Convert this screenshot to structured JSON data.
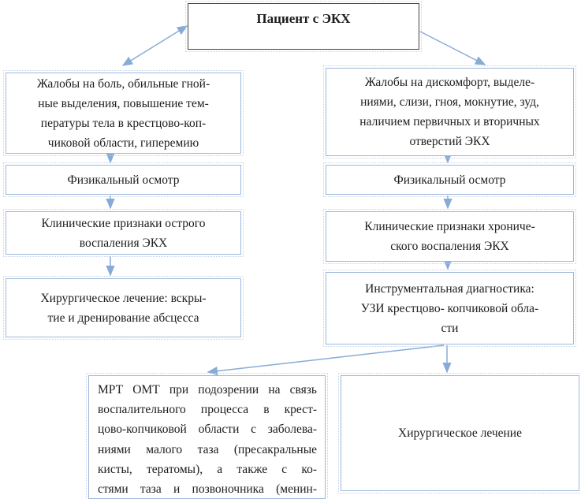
{
  "colors": {
    "box_border": "#9db9dc",
    "arrow_color": "#87abd8",
    "title_border": "#424242",
    "text_color": "#1c1c1c"
  },
  "flowchart": {
    "title": "Пациент с ЭКХ",
    "left_branch": {
      "complaints": "Жалобы на боль, обильные гной-\nные выделения, повышение тем-\nпературы тела в крестцово-коп-\nчиковой области, гиперемию",
      "exam": "Физикальный осмотр",
      "signs": "Клинические признаки острого\nвоспаления ЭКХ",
      "treatment": "Хирургическое лечение: вскры-\nтие и дренирование абсцесса"
    },
    "right_branch": {
      "complaints": "Жалобы на дискомфорт, выделе-\nниями, слизи, гноя, мокнутие, зуд,\nналичием первичных и вторичных\nотверстий ЭКХ",
      "exam": "Физикальный осмотр",
      "signs": "Клинические признаки хрониче-\nского воспаления ЭКХ",
      "diagnostics": "Инструментальная диагностика:\nУЗИ крестцово- копчиковой обла-\nсти"
    },
    "bottom": {
      "mrt": "МРТ ОМТ при подозрении на связь\nвоспалительного процесса в крест-\nцово-копчиковой области с заболева-\nниями малого таза (пресакральные\nкисты, тератомы), а также с ко-\nстями таза и позвоночника (менин-",
      "surgery": "Хирургическое лечение"
    }
  }
}
